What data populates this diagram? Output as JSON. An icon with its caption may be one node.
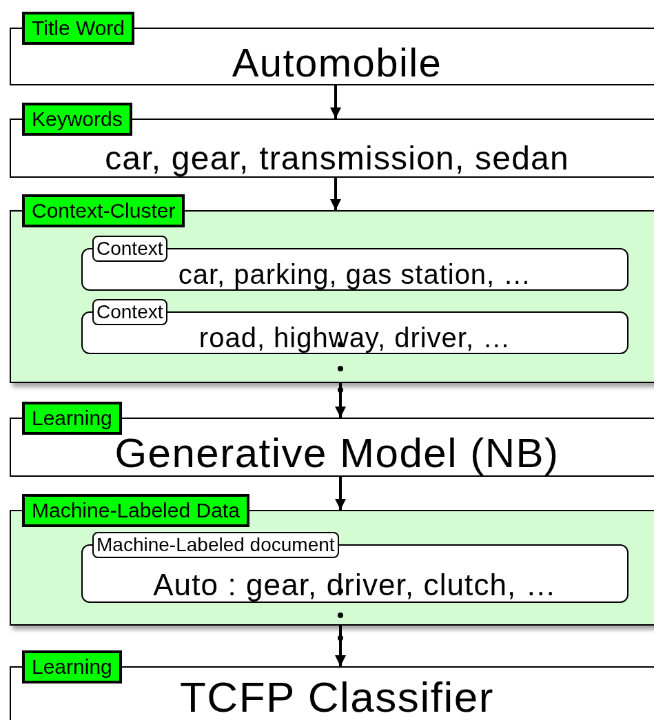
{
  "diagram": {
    "nodes": [
      {
        "text": [
          "Title Word",
          "Automobile"
        ]
      },
      {
        "text": [
          "Keywords",
          "car, gear, transmission, sedan"
        ]
      },
      {
        "text": [
          "Context-Cluster"
        ]
      },
      {
        "text": [
          "Context",
          "car, parking, gas station, …"
        ],
        "in": 2
      },
      {
        "text": [
          "Context",
          "road, highway, driver, …"
        ],
        "in": 2
      },
      {
        "text": [
          "Learning",
          "Generative Model (NB)"
        ]
      },
      {
        "text": [
          "Machine-Labeled Data"
        ]
      },
      {
        "text": [
          "Machine-Labeled document",
          "Auto : gear, driver, clutch, …"
        ],
        "in": 6
      },
      {
        "text": [
          "Learning",
          "TCFP Classifier"
        ]
      }
    ],
    "edges": [
      {
        "from": 0,
        "to": 1,
        "arrow": "to"
      },
      {
        "from": 1,
        "to": 2,
        "arrow": "to"
      },
      {
        "from": 2,
        "to": 5,
        "arrow": "to"
      },
      {
        "from": 5,
        "to": 6,
        "arrow": "to"
      },
      {
        "from": 6,
        "to": 8,
        "arrow": "to"
      }
    ]
  }
}
